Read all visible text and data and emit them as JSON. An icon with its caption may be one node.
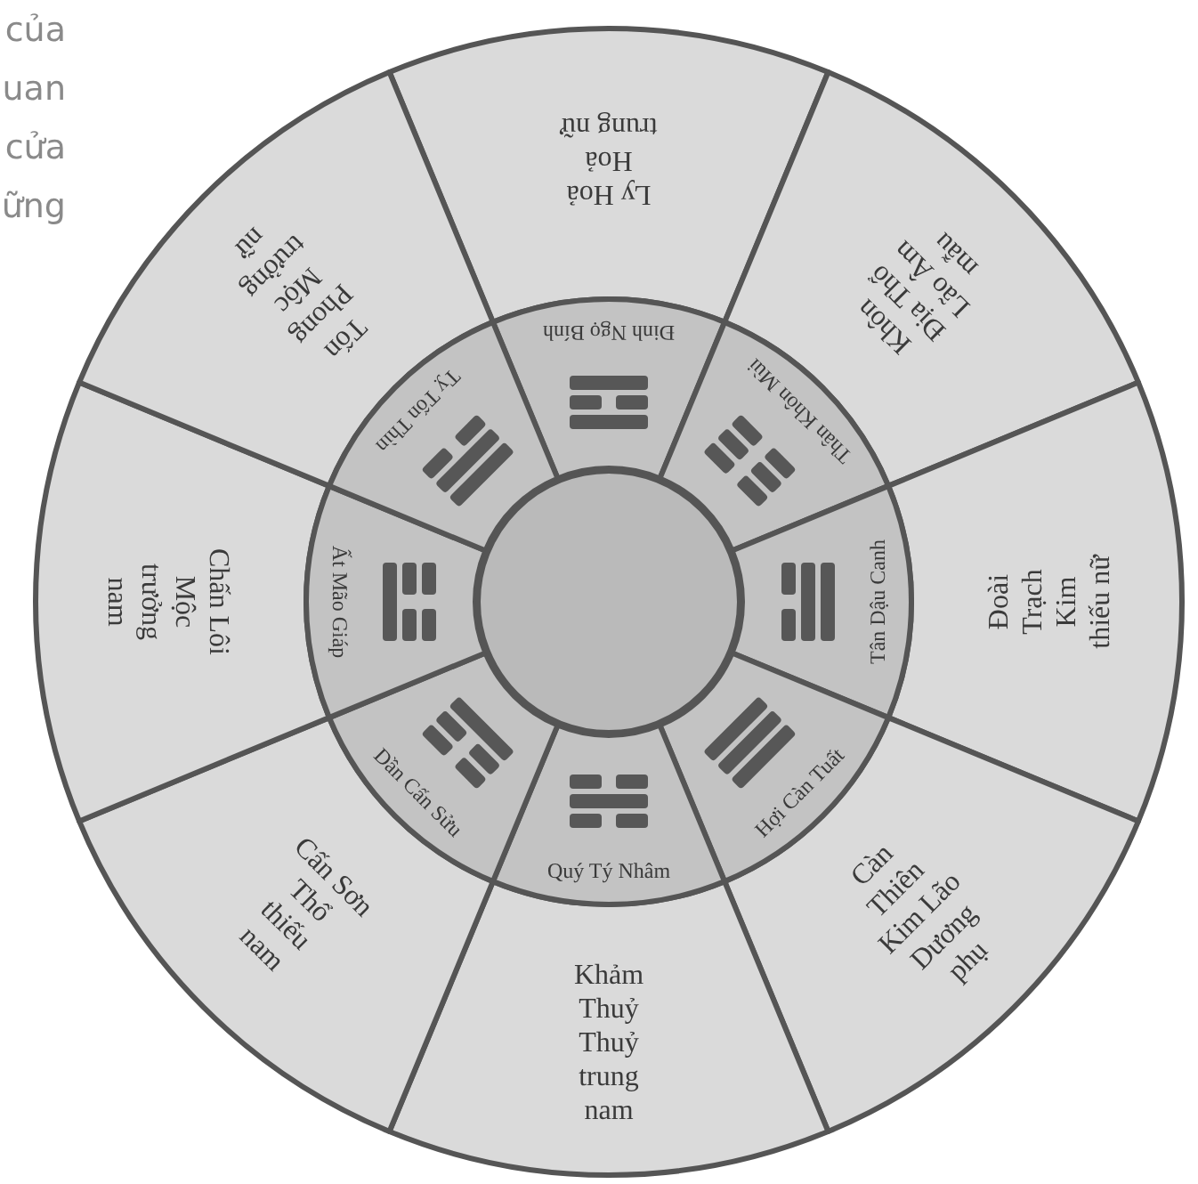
{
  "diagram": {
    "nodes": [
      {
        "text": [
          "Ly Hoả Hoả trung nữ"
        ]
      },
      {
        "text": [
          "Khôn Địa Thổ Lão Âm mẫu"
        ]
      },
      {
        "text": [
          "Đoài Trạch Kim thiếu nữ"
        ]
      },
      {
        "text": [
          "Càn Thiên Kim Lão Dương phụ"
        ]
      },
      {
        "text": [
          "Khảm Thuỷ Thuỷ trung nam"
        ]
      },
      {
        "text": [
          "Cấn Sơn Thổ thiếu nam"
        ]
      },
      {
        "text": [
          "Chấn Lôi Mộc trưởng nam"
        ]
      },
      {
        "text": [
          "Tốn Phong Mộc trưởng nữ"
        ]
      },
      {
        "text": [
          "Đinh Ngọ Bính"
        ]
      },
      {
        "text": [
          "Thân Khôn Mùi"
        ]
      },
      {
        "text": [
          "Tân Dậu Canh"
        ]
      },
      {
        "text": [
          "Hợi Càn Tuất"
        ]
      },
      {
        "text": [
          "Quý Tý Nhâm"
        ]
      },
      {
        "text": [
          "Dần Cấn Sửu"
        ]
      },
      {
        "text": [
          "Ất Mão Giáp"
        ]
      },
      {
        "text": [
          "Tỵ Tốn Thìn"
        ]
      },
      {
        "text": [],
        "shape": "circle"
      }
    ],
    "edges": [],
    "labels": [
      "của",
      "uan",
      "cửa",
      "ững"
    ]
  }
}
